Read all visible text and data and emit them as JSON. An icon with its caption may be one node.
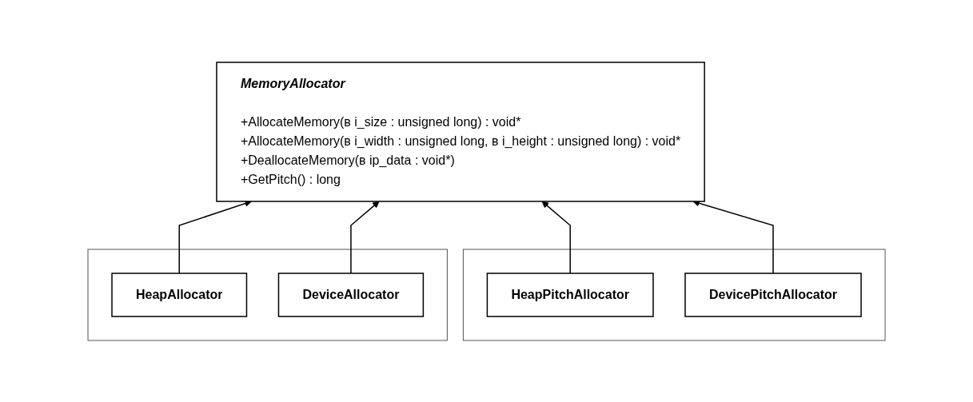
{
  "diagram": {
    "nodes": [
      {
        "text": [
          "MemoryAllocator",
          "+AllocateMemory(в i_size : unsigned long) : void*",
          "+AllocateMemory(в i_width : unsigned long, в i_height : unsigned long) : void*",
          "+DeallocateMemory(в ip_data : void*)",
          "+GetPitch() : long"
        ]
      },
      {
        "text": [],
        "shape": "box"
      },
      {
        "text": [
          "HeapAllocator"
        ],
        "in": 1
      },
      {
        "text": [
          "DeviceAllocator"
        ],
        "in": 1
      },
      {
        "text": [],
        "shape": "box"
      },
      {
        "text": [
          "HeapPitchAllocator"
        ],
        "in": 4
      },
      {
        "text": [
          "DevicePitchAllocator"
        ],
        "in": 4
      }
    ],
    "edges": [
      {
        "from": 2,
        "to": 0,
        "arrow": "to"
      },
      {
        "from": 3,
        "to": 0,
        "arrow": "to"
      },
      {
        "from": 5,
        "to": 0,
        "arrow": "to"
      },
      {
        "from": 6,
        "to": 0,
        "arrow": "to"
      }
    ]
  }
}
